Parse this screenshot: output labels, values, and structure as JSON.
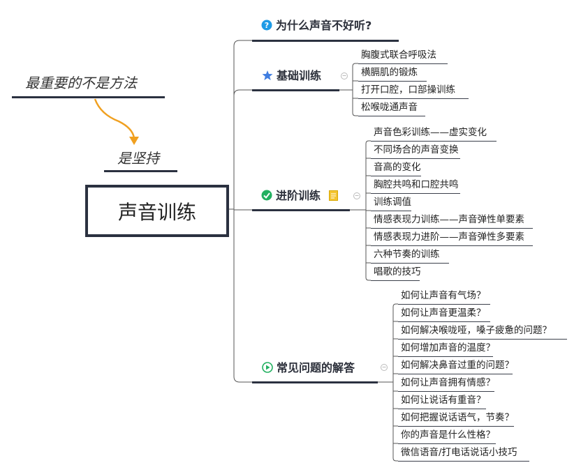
{
  "central": {
    "title": "声音训练"
  },
  "quote": {
    "line1": "最重要的不是方法",
    "line2": "是坚持",
    "arrow_color": "#f0a020"
  },
  "branches": [
    {
      "id": "b0",
      "title": "为什么声音不好听?",
      "icon": "question-icon",
      "icon_color": "#1e9be6",
      "items": []
    },
    {
      "id": "b1",
      "title": "基础训练",
      "icon": "star-icon",
      "icon_color": "#3f7de0",
      "items": [
        "胸腹式联合呼吸法",
        "横膈肌的锻炼",
        "打开口腔，口部操训练",
        "松喉咙通声音"
      ]
    },
    {
      "id": "b2",
      "title": "进阶训练",
      "icon": "check-icon",
      "icon_color": "#22b060",
      "note_icon": "note-icon",
      "items": [
        "声音色彩训练——虚实变化",
        "不同场合的声音变换",
        "音高的变化",
        "胸腔共鸣和口腔共鸣",
        "训练调值",
        "情感表现力训练——声音弹性单要素",
        "情感表现力进阶——声音弹性多要素",
        "六种节奏的训练",
        "唱歌的技巧"
      ]
    },
    {
      "id": "b3",
      "title": "常见问题的解答",
      "icon": "play-icon",
      "icon_color": "#22b060",
      "items": [
        "如何让声音有气场？",
        "如何让声音更温柔？",
        "如何解决喉咙哑，嗓子疲惫的问题？",
        "如何增加声音的温度？",
        "如何解决鼻音过重的问题？",
        "如何让声音拥有情感？",
        "如何让说话有重音？",
        "如何把握说话语气，节奏？",
        "你的声音是什么性格？",
        "微信语音/打电话说话小技巧"
      ]
    }
  ]
}
